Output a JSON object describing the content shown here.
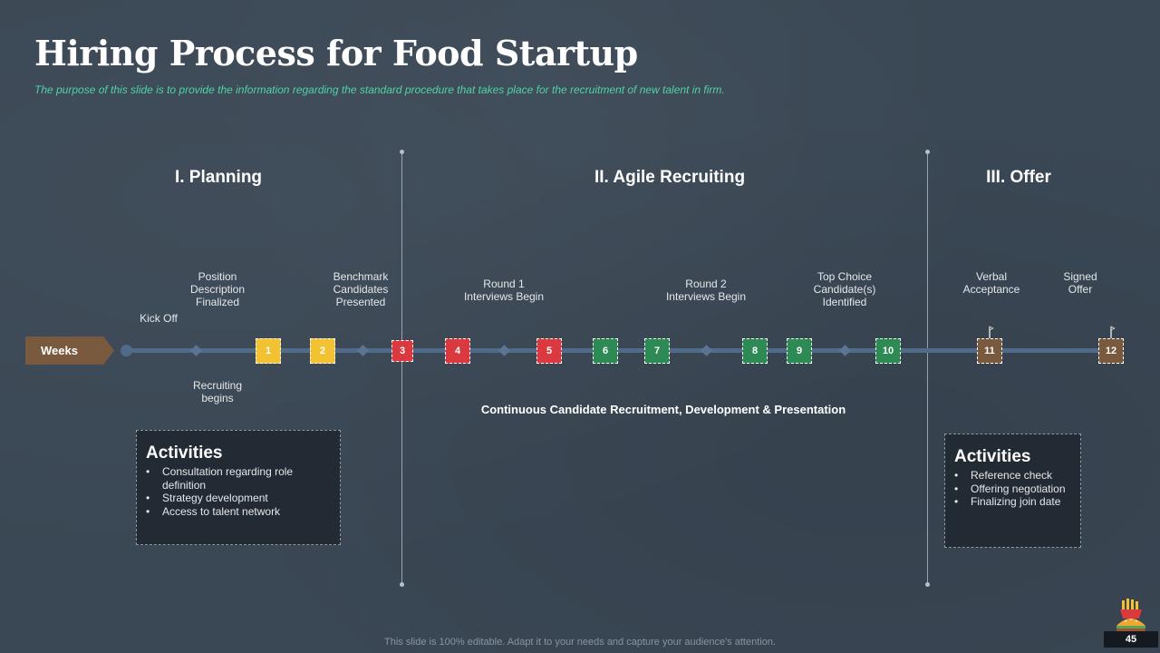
{
  "title": "Hiring Process for Food Startup",
  "subtitle": "The purpose  of this slide is to provide  the information regarding  the standard procedure  that takes place for the recruitment  of new  talent in firm.",
  "phases": [
    {
      "label": "I. Planning"
    },
    {
      "label": "II. Agile Recruiting"
    },
    {
      "label": "III. Offer"
    }
  ],
  "weeks_label": "Weeks",
  "weeks": [
    {
      "num": "1",
      "color": "#f2c232"
    },
    {
      "num": "2",
      "color": "#f2c232"
    },
    {
      "num": "3",
      "color": "#d9393f"
    },
    {
      "num": "4",
      "color": "#d9393f"
    },
    {
      "num": "5",
      "color": "#d9393f"
    },
    {
      "num": "6",
      "color": "#2e8a55"
    },
    {
      "num": "7",
      "color": "#2e8a55"
    },
    {
      "num": "8",
      "color": "#2e8a55"
    },
    {
      "num": "9",
      "color": "#2e8a55"
    },
    {
      "num": "10",
      "color": "#2e8a55"
    },
    {
      "num": "11",
      "color": "#7a5a3e"
    },
    {
      "num": "12",
      "color": "#7a5a3e"
    }
  ],
  "milestones_top": {
    "kick_off": "Kick Off",
    "position_description": "Position\nDescription\nFinalized",
    "benchmark": "Benchmark\nCandidates\nPresented",
    "round1": "Round 1\nInterviews Begin",
    "round2": "Round 2\nInterviews Begin",
    "top_choice": "Top Choice\nCandidate(s)\nIdentified",
    "verbal": "Verbal\nAcceptance",
    "signed": "Signed\nOffer"
  },
  "milestones_bottom": {
    "recruiting_begins": "Recruiting\nbegins"
  },
  "continuous": "Continuous  Candidate Recruitment, Development & Presentation",
  "activities_left": {
    "title": "Activities",
    "items": [
      "Consultation regarding role definition",
      "Strategy development",
      "Access to talent network"
    ]
  },
  "activities_right": {
    "title": "Activities",
    "items": [
      "Reference check",
      "Offering negotiation",
      "Finalizing join date"
    ]
  },
  "footer": "This slide is 100% editable. Adapt it to your needs and capture your audience's attention.",
  "page_number": "45",
  "icons": {
    "food": "burger-fries-icon",
    "flag": "flag-icon"
  },
  "colors": {
    "accent": "#4fd3a6",
    "background": "#3a4754",
    "axis": "#506b8a"
  }
}
